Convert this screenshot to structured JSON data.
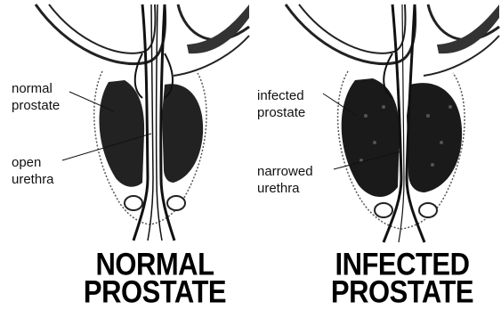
{
  "normal": {
    "label_prostate": "normal\nprostate",
    "label_urethra": "open\nurethra",
    "caption": "NORMAL\nPROSTATE"
  },
  "infected": {
    "label_prostate": "infected\nprostate",
    "label_urethra": "narrowed\nurethra",
    "caption": "INFECTED\nPROSTATE"
  }
}
